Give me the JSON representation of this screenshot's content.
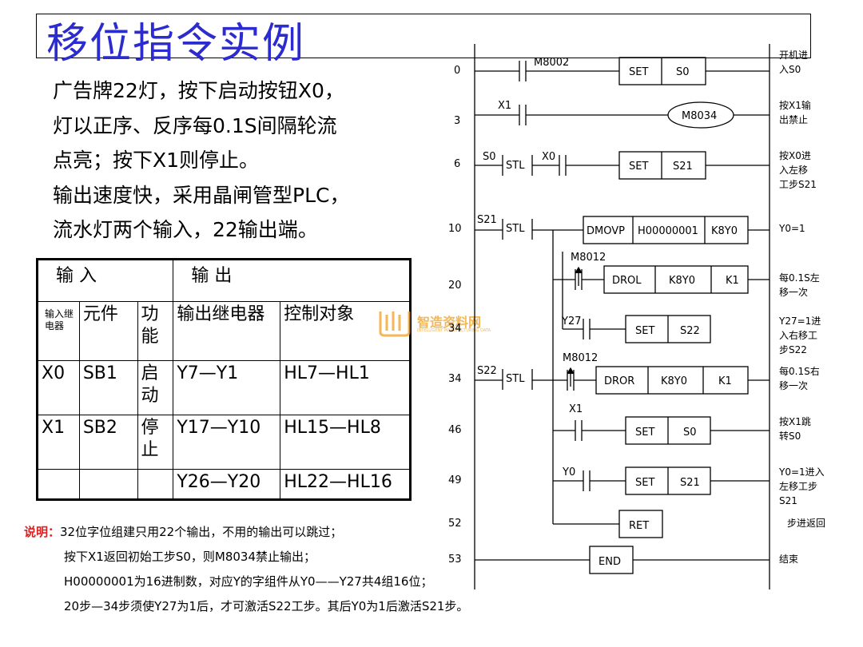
{
  "title": "移位指令实例",
  "description": [
    "广告牌22灯，按下启动按钮X0，",
    "灯以正序、反序每0.1S间隔轮流",
    "点亮；按下X1则停止。",
    "输出速度快，采用晶闸管型PLC，",
    "流水灯两个输入，22输出端。"
  ],
  "io_table": {
    "group_input": "输   入",
    "group_output": "输     出",
    "headers": [
      "输入继电器",
      "元件",
      "功能",
      "输出继电器",
      "控制对象"
    ],
    "rows": [
      [
        "X0",
        "SB1",
        "启动",
        "Y7—Y1",
        "HL7—HL1"
      ],
      [
        "X1",
        "SB2",
        "停止",
        "Y17—Y10",
        "HL15—HL8"
      ],
      [
        "",
        "",
        "",
        "Y26—Y20",
        "HL22—HL16"
      ]
    ]
  },
  "watermark": {
    "text": "智造资料网",
    "sub": "INTELLIGENT MANUFACTURING DATA"
  },
  "notes": {
    "label": "说明：",
    "lines": [
      "32位字位组建只用22个输出，不用的输出可以跳过；",
      "按下X1返回初始工步S0，则M8034禁止输出；",
      "H00000001为16进制数，对应Y的字组件从Y0——Y27共4组16位；",
      "20步—34步须使Y27为1后，才可激活S22工步。其后Y0为1后激活S21步。"
    ]
  },
  "ladder": {
    "steps": [
      "0",
      "3",
      "6",
      "10",
      "20",
      "34",
      "34",
      "46",
      "49",
      "52",
      "53"
    ],
    "contacts": [
      "M8002",
      "X1",
      "S0",
      "X0",
      "S21",
      "M8012",
      "Y27",
      "S22",
      "M8012",
      "X1",
      "Y0"
    ],
    "stl_label": "STL",
    "coil_m8034": "M8034",
    "instructions": [
      [
        "SET",
        "S0"
      ],
      [
        "SET",
        "S21"
      ],
      [
        "DMOVP",
        "H00000001",
        "K8Y0"
      ],
      [
        "DROL",
        "K8Y0",
        "K1"
      ],
      [
        "SET",
        "S22"
      ],
      [
        "DROR",
        "K8Y0",
        "K1"
      ],
      [
        "SET",
        "S0"
      ],
      [
        "SET",
        "S21"
      ],
      [
        "RET"
      ],
      [
        "END"
      ]
    ],
    "comments": [
      "开机进入S0",
      "按X1输出禁止",
      "按X0进入左移工步S21",
      "Y0=1",
      "每0.1S左移一次",
      "Y27=1进入右移工步S22",
      "每0.1S右移一次",
      "按X1跳转S0",
      "Y0=1进入左移工步S21",
      "步进返回",
      "结束"
    ]
  }
}
